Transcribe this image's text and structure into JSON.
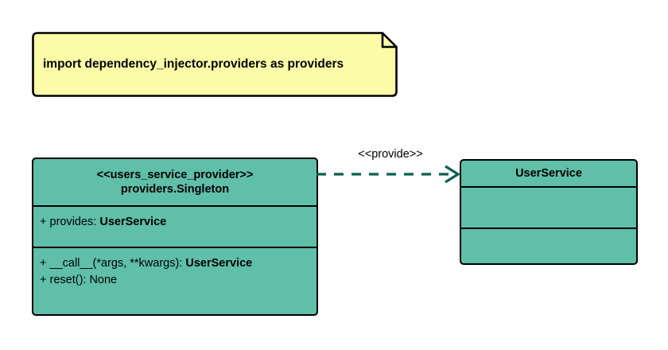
{
  "diagram": {
    "type": "uml-class-diagram",
    "background_color": "#ffffff",
    "class_fill_color": "#5fbfa8",
    "note_fill_color": "#fcfca8",
    "border_color": "#000000",
    "connector_color": "#0a5f52"
  },
  "note": {
    "text": "import dependency_injector.providers as providers"
  },
  "provider_class": {
    "stereotype": "<<users_service_provider>>",
    "name": "providers.Singleton",
    "attributes": [
      {
        "visibility": "+",
        "label": "provides: ",
        "type": "UserService"
      }
    ],
    "operations": [
      {
        "visibility": "+",
        "label": "__call__(*args, **kwargs): ",
        "type": "UserService"
      },
      {
        "visibility": "+",
        "label": "reset(): None",
        "type": ""
      }
    ]
  },
  "service_class": {
    "name": "UserService",
    "attributes": [],
    "operations": []
  },
  "connector": {
    "label": "<<provide>>",
    "style": "dashed",
    "arrow": "open",
    "direction": "provider-to-service"
  }
}
